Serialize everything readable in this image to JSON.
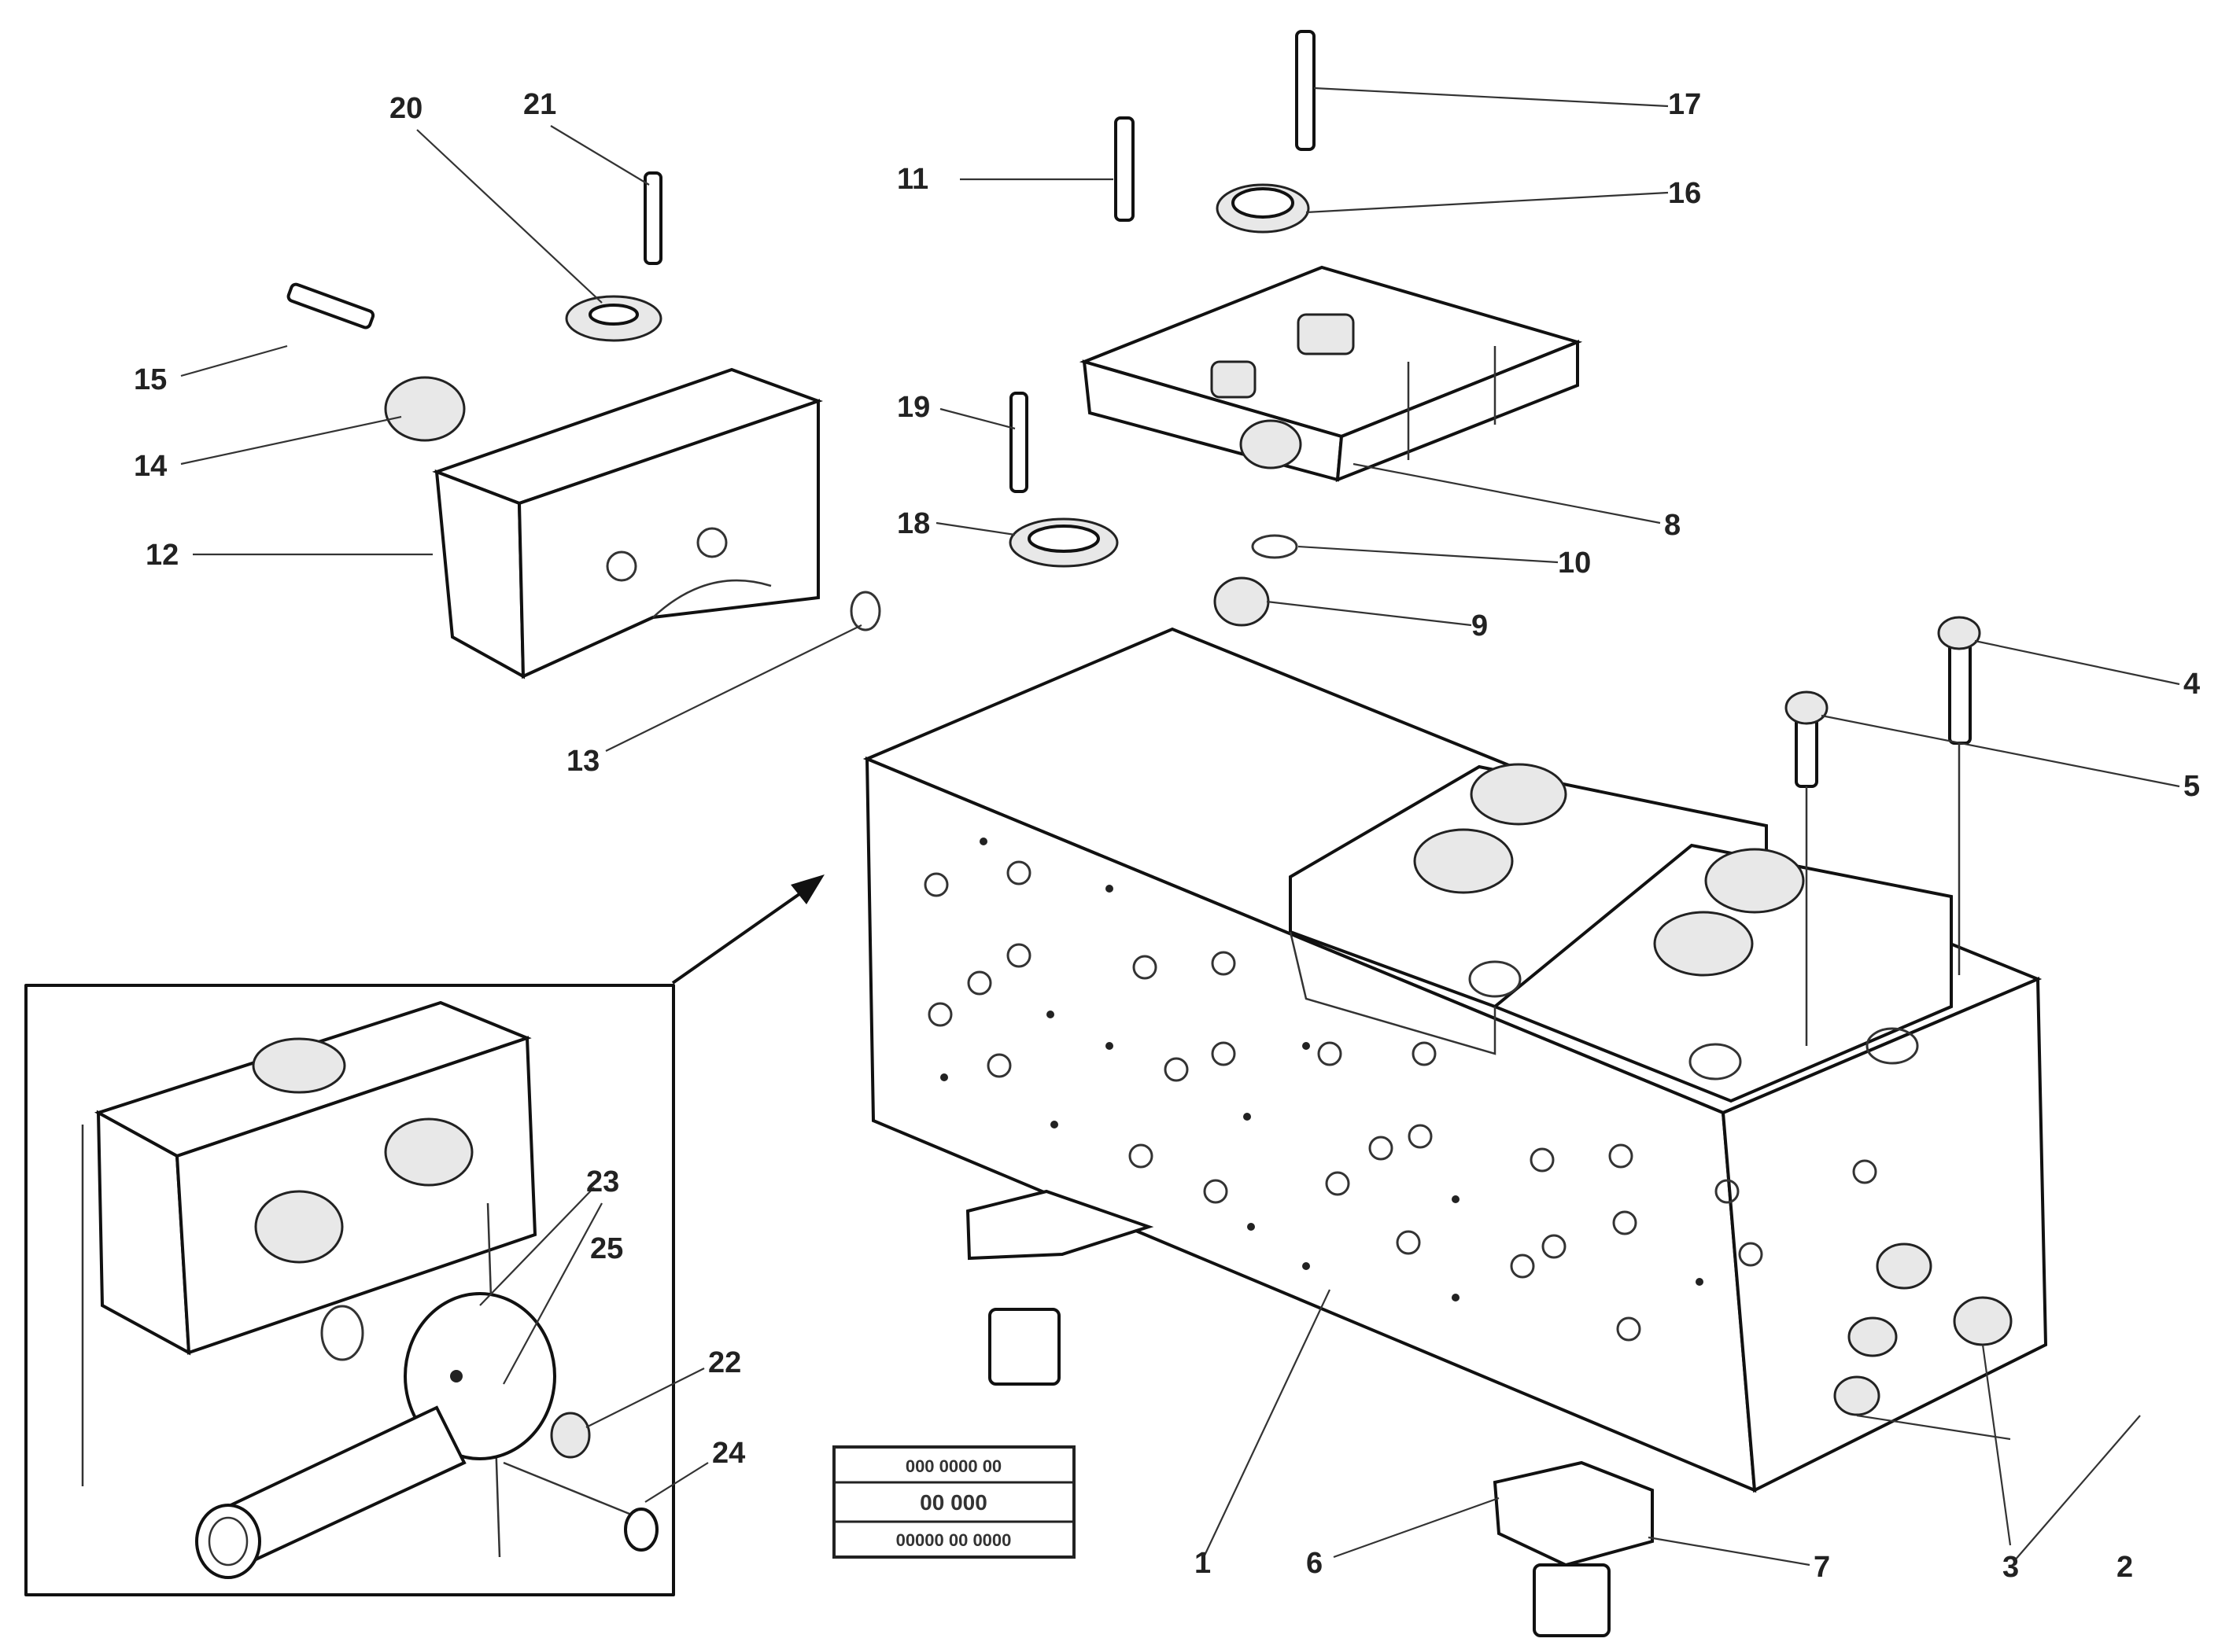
{
  "callouts": {
    "c1": "1",
    "c2": "2",
    "c3": "3",
    "c4": "4",
    "c5": "5",
    "c6": "6",
    "c7": "7",
    "c8": "8",
    "c9": "9",
    "c10": "10",
    "c11": "11",
    "c12": "12",
    "c13": "13",
    "c14": "14",
    "c15": "15",
    "c16": "16",
    "c17": "17",
    "c18": "18",
    "c19": "19",
    "c20": "20",
    "c21": "21",
    "c22": "22",
    "c23": "23",
    "c24": "24",
    "c25": "25"
  },
  "stamp": {
    "line1": "000 0000 00",
    "line2": "00 000",
    "line3": "00000 00 0000"
  }
}
